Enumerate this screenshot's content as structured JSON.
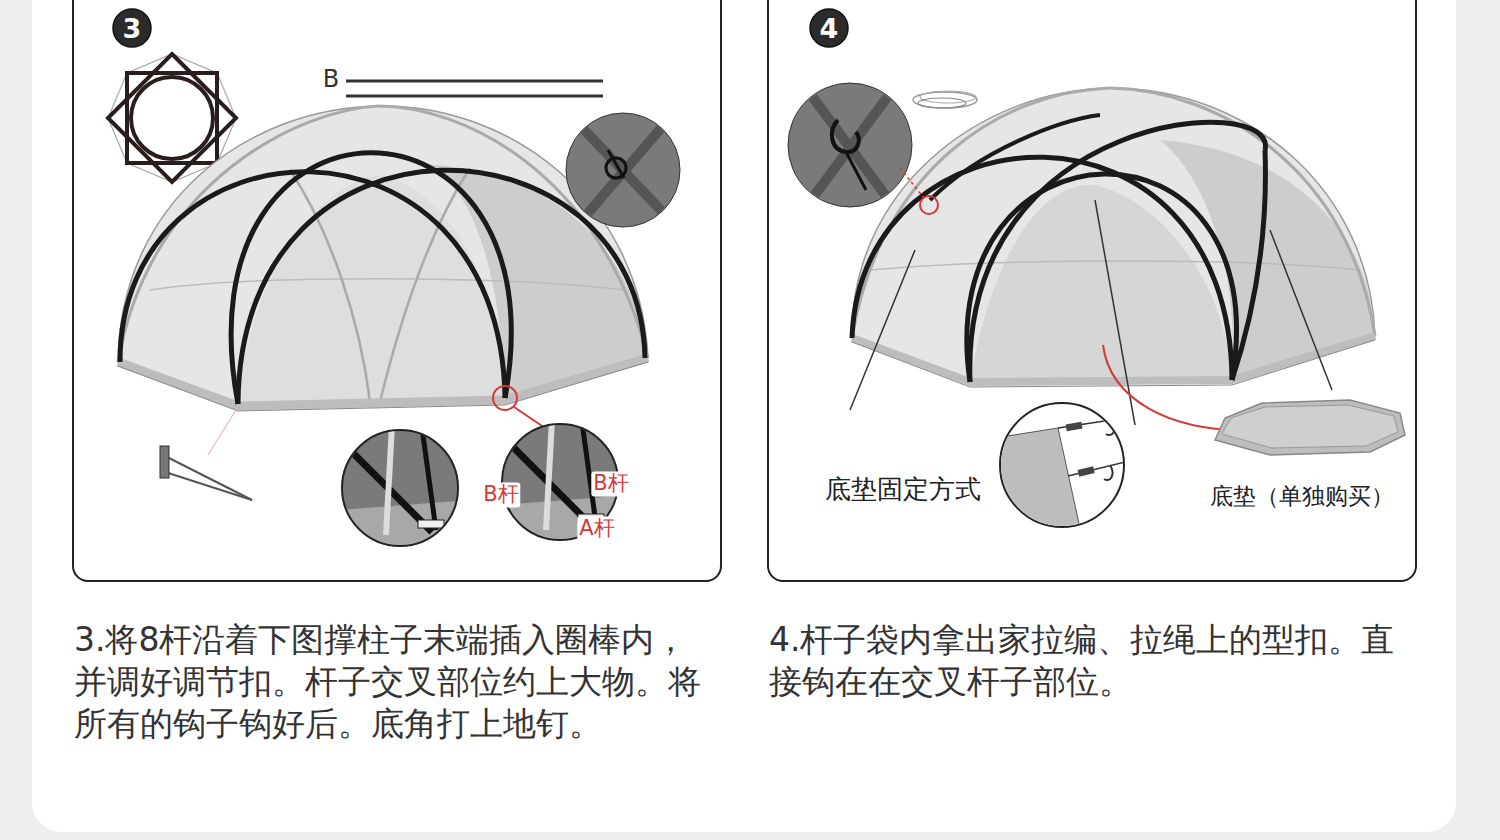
{
  "diagram": {
    "nodes": [
      {
        "text": [
          "3.将8杆沿着下图撑柱子末端插入圈棒内， 并调好调节扣。杆子交叉部位约上大物。将 所有的钩子钩好后。底角打上地钉。"
        ]
      },
      {
        "text": [
          "3"
        ],
        "in": 0
      },
      {
        "text": [
          "4.杆子袋内拿出家拉编、拉绳上的型扣。直 接钩在在交叉杆子部位。"
        ]
      },
      {
        "text": [
          "4"
        ],
        "in": 2
      }
    ],
    "labels": [
      "B",
      "B杆",
      "B杆",
      "A杆",
      "底垫固定方式",
      "底垫（单独购买）"
    ]
  }
}
